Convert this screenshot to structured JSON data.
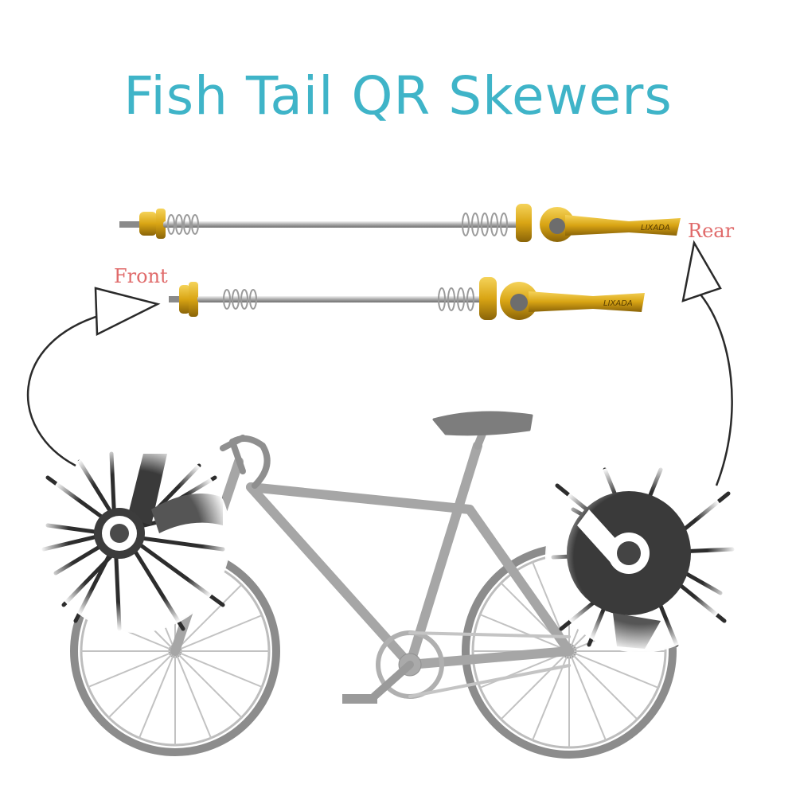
{
  "title": "Fish Tail QR Skewers",
  "labels": {
    "front": "Front",
    "rear": "Rear"
  },
  "brand": "LIXADA",
  "colors": {
    "title": "#3fb4c8",
    "label": "#e06a6a",
    "gold": "#d9a514",
    "rod": "#b9b9b9",
    "bike": "#9a9a9a"
  }
}
